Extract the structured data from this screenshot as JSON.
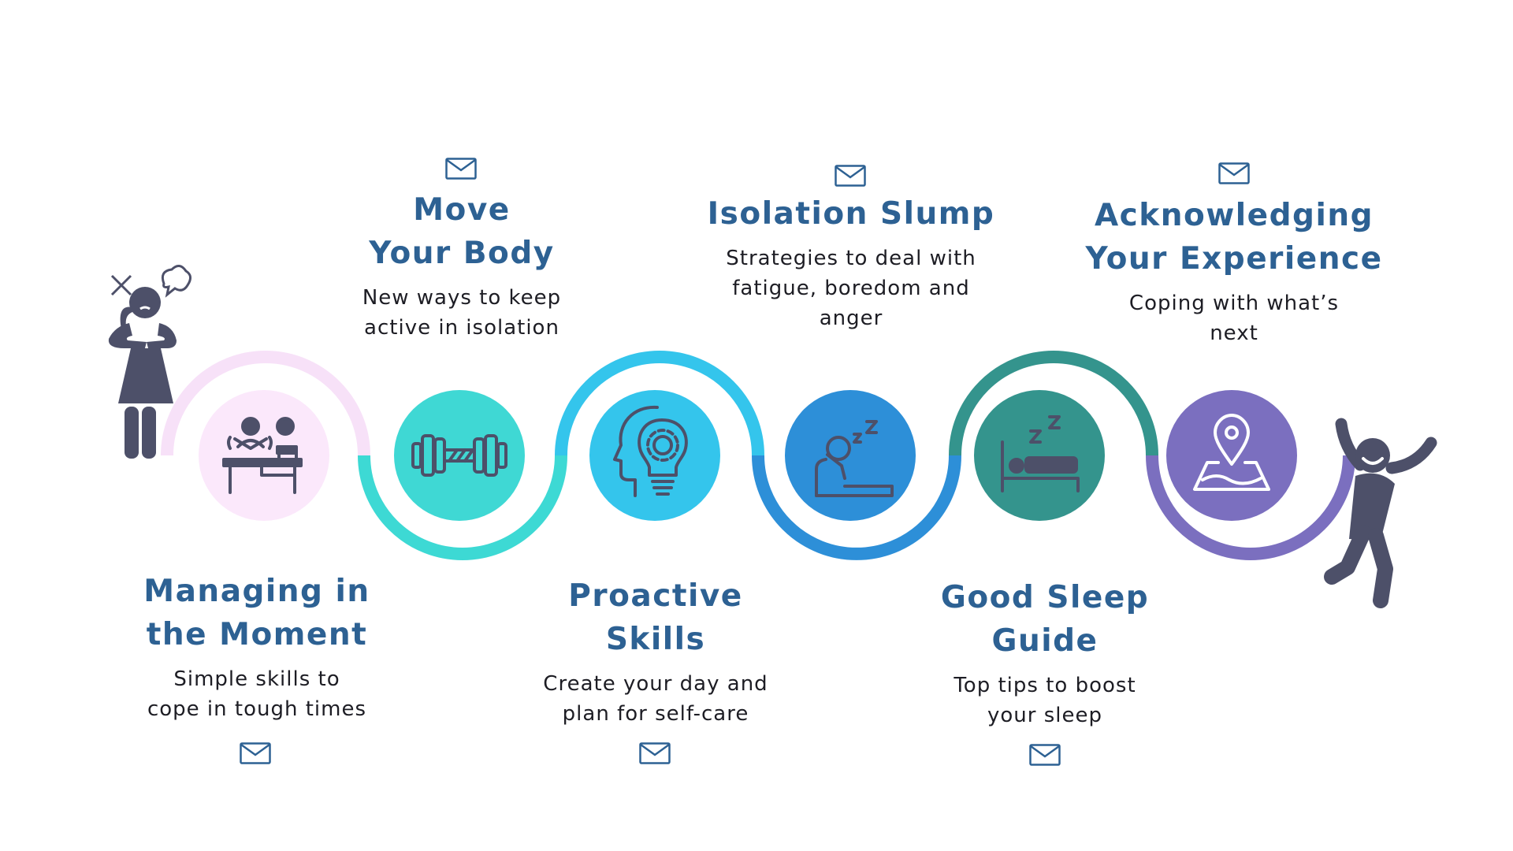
{
  "colors": {
    "title": "#2d6193",
    "text": "#1d1d24",
    "mail": "#2d6193",
    "figure": "#4d5069"
  },
  "steps": [
    {
      "title": "Managing in\nthe Moment",
      "desc": "Simple skills to\ncope in tough times",
      "icon": "desk-study-icon",
      "circle_color": "#fbe8fb",
      "arc_color": "#f7e1f8",
      "icon_color": "#4d5069"
    },
    {
      "title": "Move\nYour Body",
      "desc": "New ways to keep\nactive in isolation",
      "icon": "dumbbell-icon",
      "circle_color": "#3fd8d4",
      "arc_color": "#3dd9d4",
      "icon_color": "#4d5069"
    },
    {
      "title": "Proactive\nSkills",
      "desc": "Create your day and\nplan for self-care",
      "icon": "head-lightbulb-gear-icon",
      "circle_color": "#34c5ec",
      "arc_color": "#34c5ec",
      "icon_color": "#4d5069"
    },
    {
      "title": "Isolation Slump",
      "desc": "Strategies to deal with\nfatigue, boredom and\nanger",
      "icon": "sleepy-desk-icon",
      "circle_color": "#2d8fd8",
      "arc_color": "#2d8fd8",
      "icon_color": "#4d5069"
    },
    {
      "title": "Good Sleep\nGuide",
      "desc": "Top tips to boost\nyour sleep",
      "icon": "bed-sleep-icon",
      "circle_color": "#34948d",
      "arc_color": "#34948d",
      "icon_color": "#4d5069"
    },
    {
      "title": "Acknowledging\nYour Experience",
      "desc": "Coping with what’s\nnext",
      "icon": "map-pin-icon",
      "circle_color": "#7b6fbf",
      "arc_color": "#7b6fbf",
      "icon_color": "#ffffff"
    }
  ],
  "figures": {
    "start": "frustrated-woman-icon",
    "end": "jumping-person-icon"
  }
}
